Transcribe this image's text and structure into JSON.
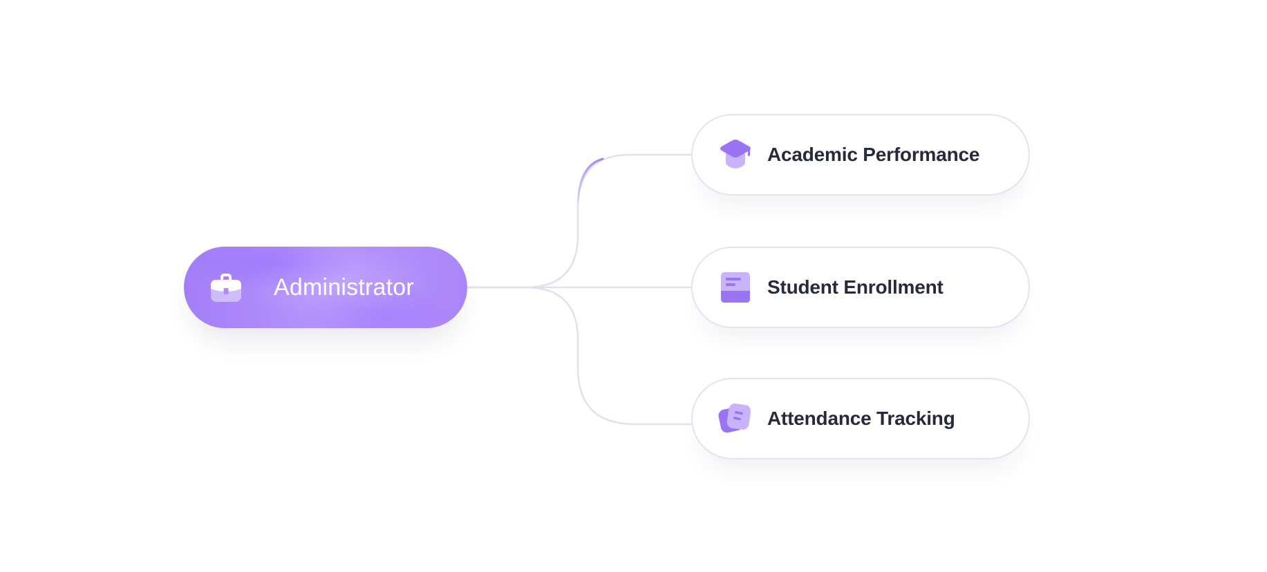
{
  "root": {
    "label": "Administrator",
    "icon": "briefcase-icon"
  },
  "children": [
    {
      "label": "Academic Performance",
      "icon": "graduation-cap-icon"
    },
    {
      "label": "Student Enrollment",
      "icon": "document-icon"
    },
    {
      "label": "Attendance Tracking",
      "icon": "notes-icon"
    }
  ],
  "colors": {
    "accent": "#9b74f5",
    "accent_light": "#c9b4fb",
    "text": "#262a3a",
    "node_border": "#e4e3ee",
    "connector": "#e2e1ec"
  }
}
